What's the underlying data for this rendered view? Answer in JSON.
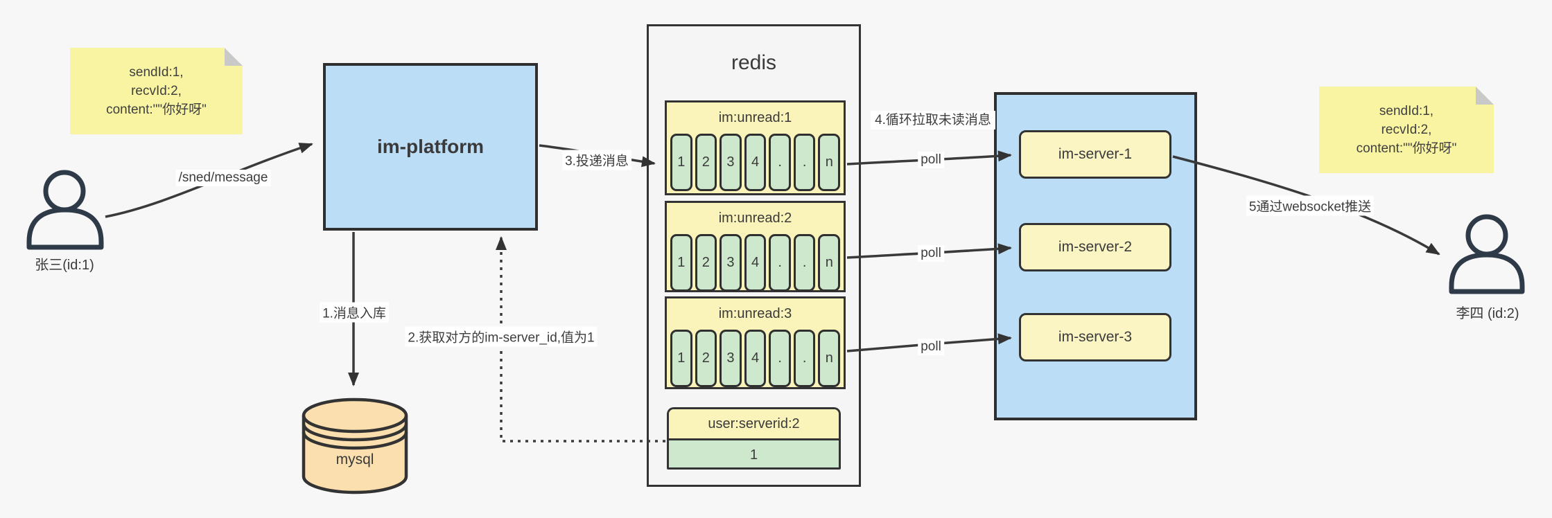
{
  "colors": {
    "background": "#f7f7f7",
    "blue_fill": "#bbddf6",
    "note_yellow": "#f9f4a2",
    "panel_yellow": "#fbf4ba",
    "server_yellow": "#fbf5c3",
    "cell_green": "#cde8cd",
    "mysql_tan": "#fcdfae",
    "line": "#3a3a3a"
  },
  "notes": {
    "left": {
      "lines": [
        "sendId:1,",
        "recvId:2,",
        "content:\"\"你好呀\""
      ]
    },
    "right": {
      "lines": [
        "sendId:1,",
        "recvId:2,",
        "content:\"\"你好呀\""
      ]
    }
  },
  "actors": {
    "sender": {
      "label": "张三(id:1)"
    },
    "receiver": {
      "label": "李四 (id:2)"
    }
  },
  "platform": {
    "label": "im-platform"
  },
  "database": {
    "label": "mysql"
  },
  "redis": {
    "title": "redis",
    "lists": [
      {
        "header": "im:unread:1",
        "cells": [
          "1",
          "2",
          "3",
          "4",
          ".",
          ".",
          "n"
        ]
      },
      {
        "header": "im:unread:2",
        "cells": [
          "1",
          "2",
          "3",
          "4",
          ".",
          ".",
          "n"
        ]
      },
      {
        "header": "im:unread:3",
        "cells": [
          "1",
          "2",
          "3",
          "4",
          ".",
          ".",
          "n"
        ]
      }
    ],
    "kv": {
      "header": "user:serverid:2",
      "value": "1"
    }
  },
  "servers": {
    "items": [
      {
        "label": "im-server-1"
      },
      {
        "label": "im-server-2"
      },
      {
        "label": "im-server-3"
      }
    ]
  },
  "edges": {
    "send_label": "/sned/message",
    "store_label": "1.消息入库",
    "lookup_label": "2.获取对方的im-server_id,值为1",
    "deliver_label": "3.投递消息",
    "pull_label": "4.循环拉取未读消息",
    "poll_label": "poll",
    "push_label": "5通过websocket推送"
  }
}
